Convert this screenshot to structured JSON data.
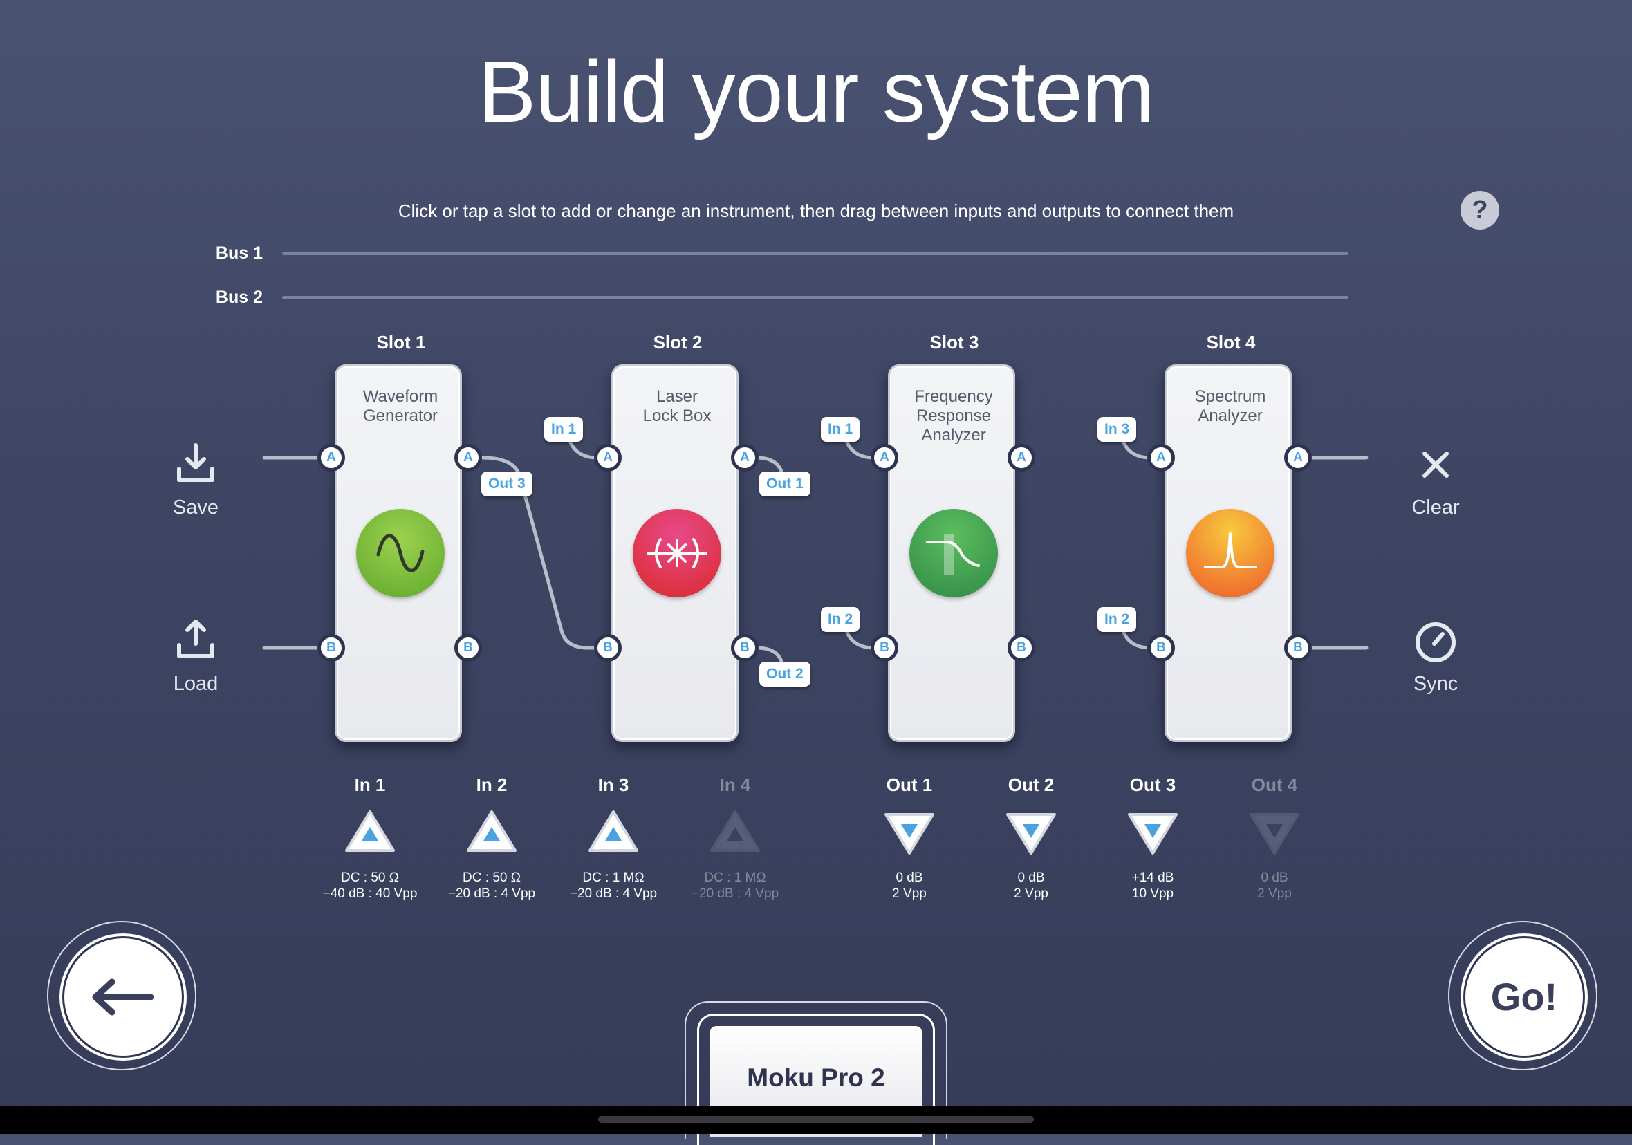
{
  "header": {
    "title": "Build your system",
    "instructions": "Click or tap a slot to add or change an instrument, then drag between inputs and outputs to connect them",
    "help_label": "?"
  },
  "buses": [
    {
      "label": "Bus 1"
    },
    {
      "label": "Bus 2"
    }
  ],
  "slots": [
    {
      "title": "Slot 1",
      "instrument": "Waveform\nGenerator",
      "icon": "sine-wave-icon",
      "color": "#7cbd3c",
      "ports": {
        "in_a": "A",
        "in_b": "B",
        "out_a": "A",
        "out_b": "B"
      }
    },
    {
      "title": "Slot 2",
      "instrument": "Laser\nLock Box",
      "icon": "laser-icon",
      "color": "#e0345a",
      "ports": {
        "in_a": "A",
        "in_b": "B",
        "out_a": "A",
        "out_b": "B"
      }
    },
    {
      "title": "Slot 3",
      "instrument": "Frequency\nResponse\nAnalyzer",
      "icon": "frequency-response-icon",
      "color": "#3d9a4c",
      "ports": {
        "in_a": "A",
        "in_b": "B",
        "out_a": "A",
        "out_b": "B"
      }
    },
    {
      "title": "Slot 4",
      "instrument": "Spectrum\nAnalyzer",
      "icon": "spectrum-peak-icon",
      "color": "#f18f2c",
      "ports": {
        "in_a": "A",
        "in_b": "B",
        "out_a": "A",
        "out_b": "B"
      }
    }
  ],
  "connection_tags": {
    "slot1_out3": "Out 3",
    "slot2_in1": "In 1",
    "slot2_out1": "Out 1",
    "slot2_out2": "Out 2",
    "slot3_in1": "In 1",
    "slot3_in2": "In 2",
    "slot4_in3": "In 3",
    "slot4_in2": "In 2"
  },
  "side_actions": {
    "save": "Save",
    "load": "Load",
    "clear": "Clear",
    "sync": "Sync"
  },
  "inputs": [
    {
      "label": "In 1",
      "spec1": "DC : 50 Ω",
      "spec2": "−40 dB : 40 Vpp",
      "enabled": true
    },
    {
      "label": "In 2",
      "spec1": "DC : 50 Ω",
      "spec2": "−20 dB : 4 Vpp",
      "enabled": true
    },
    {
      "label": "In 3",
      "spec1": "DC : 1 MΩ",
      "spec2": "−20 dB : 4 Vpp",
      "enabled": true
    },
    {
      "label": "In 4",
      "spec1": "DC : 1 MΩ",
      "spec2": "−20 dB : 4 Vpp",
      "enabled": false
    }
  ],
  "outputs": [
    {
      "label": "Out 1",
      "spec1": "0 dB",
      "spec2": "2 Vpp",
      "enabled": true
    },
    {
      "label": "Out 2",
      "spec1": "0 dB",
      "spec2": "2 Vpp",
      "enabled": true
    },
    {
      "label": "Out 3",
      "spec1": "+14 dB",
      "spec2": "10 Vpp",
      "enabled": true
    },
    {
      "label": "Out 4",
      "spec1": "0 dB",
      "spec2": "2 Vpp",
      "enabled": false
    }
  ],
  "footer": {
    "back_icon": "arrow-left-icon",
    "go_label": "Go!",
    "device_name": "Moku Pro 2"
  },
  "colors": {
    "accent_blue": "#4aa3e0",
    "background": "#3e4563",
    "card": "#eceef2"
  }
}
